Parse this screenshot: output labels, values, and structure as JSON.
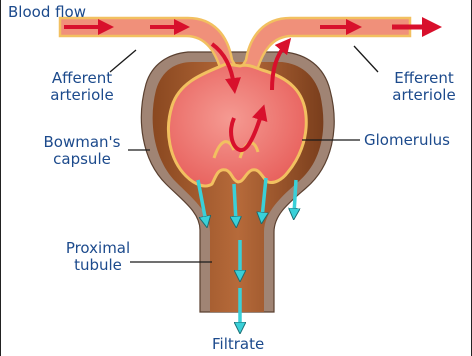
{
  "labels": {
    "blood_flow": "Blood flow",
    "afferent_1": "Afferent",
    "afferent_2": "arteriole",
    "efferent_1": "Efferent",
    "efferent_2": "arteriole",
    "bowmans_1": "Bowman's",
    "bowmans_2": "capsule",
    "glomerulus": "Glomerulus",
    "proximal_1": "Proximal",
    "proximal_2": "tubule",
    "filtrate": "Filtrate"
  },
  "colors": {
    "label_text": "#1c4a8c",
    "capsule_wall": "#a08474",
    "capsule_lumen": "#7a3f1e",
    "capsule_lumen_light": "#b46a3a",
    "vessel": "#f0907a",
    "vessel_outline": "#f2c060",
    "glomerulus": "#ef7a7a",
    "blood_arrow": "#d8102c",
    "filtrate_arrow": "#3ad0d8"
  }
}
